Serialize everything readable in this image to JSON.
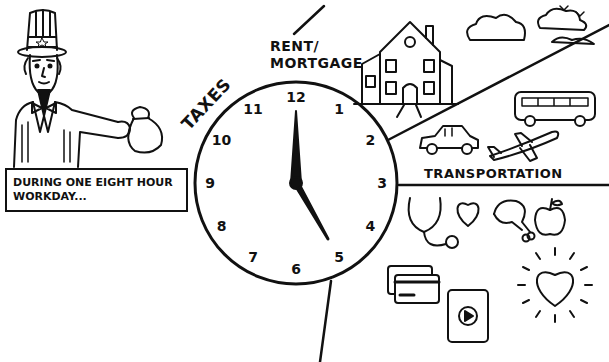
{
  "diagram": {
    "nodes": [
      {
        "text": [
          "DURING ONE EIGHT HOUR WORKDAY..."
        ]
      },
      {
        "text": [
          "12",
          "1",
          "2",
          "3",
          "4",
          "5",
          "6",
          "7",
          "8",
          "9",
          "10",
          "11"
        ]
      }
    ],
    "labels": [
      "TAXES",
      "RENT/ MORTGAGE",
      "TRANSPORTATION"
    ]
  }
}
